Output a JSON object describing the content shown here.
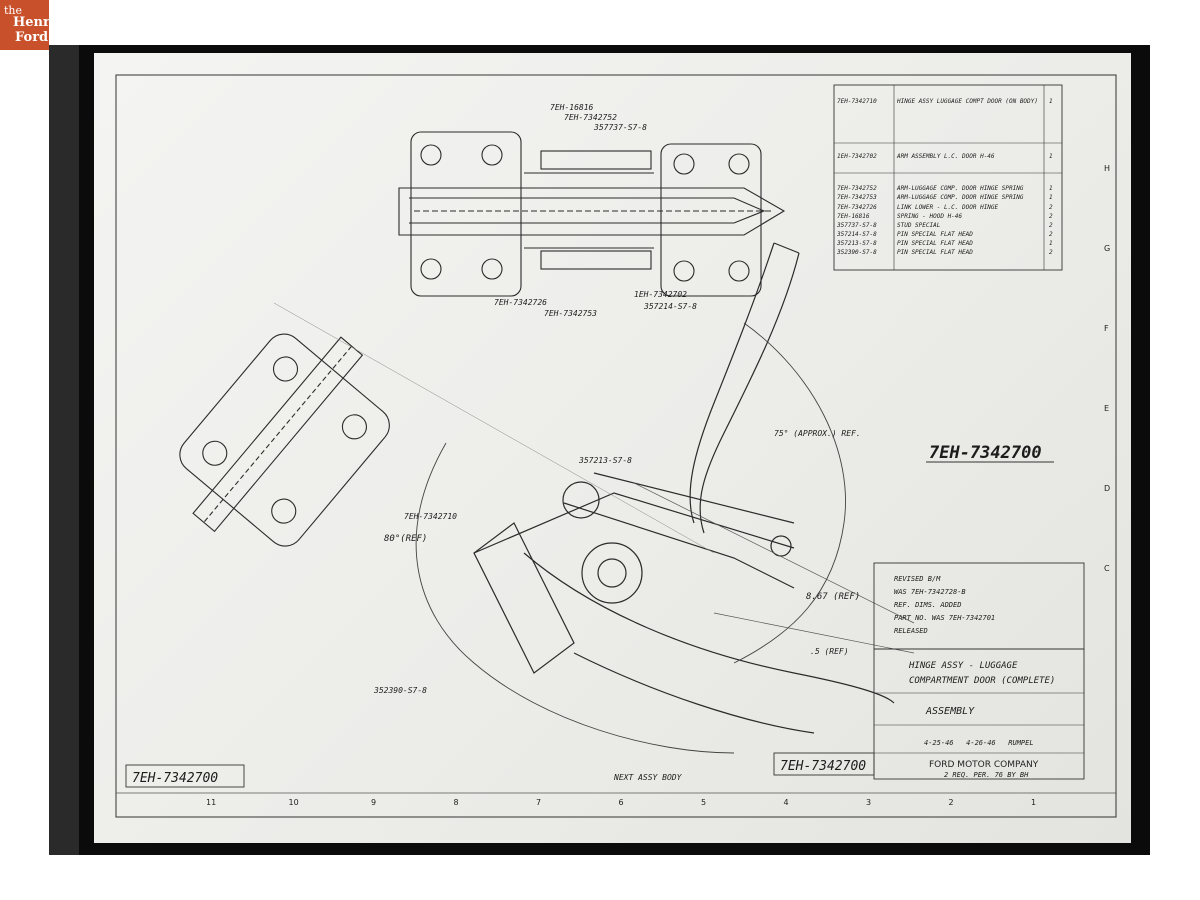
{
  "logo": {
    "line1": "the",
    "line2": "Henry",
    "line3": "Ford"
  },
  "drawing": {
    "number_main": "7EH-7342700",
    "number_left": "7EH-7342700",
    "number_title": "7EH-7342700",
    "next_assy": "NEXT ASSY BODY",
    "parts_list": [
      {
        "part": "7EH-7342710",
        "desc": "HINGE ASSY LUGGAGE COMPT DOOR (ON BODY)",
        "qty": "1"
      },
      {
        "part": "1EH-7342702",
        "desc": "ARM ASSEMBLY L.C. DOOR H-46",
        "qty": "1"
      },
      {
        "part": "7EH-7342752",
        "desc": "ARM-LUGGAGE COMP. DOOR HINGE SPRING",
        "qty": "1"
      },
      {
        "part": "7EH-7342753",
        "desc": "ARM-LUGGAGE COMP. DOOR HINGE SPRING",
        "qty": "1"
      },
      {
        "part": "7EH-7342726",
        "desc": "LINK LOWER - L.C. DOOR HINGE",
        "qty": "2"
      },
      {
        "part": "7EH-16816",
        "desc": "SPRING - HOOD H-46",
        "qty": "2"
      },
      {
        "part": "357737-S7-8",
        "desc": "STUD SPECIAL",
        "qty": "2"
      },
      {
        "part": "357214-S7-8",
        "desc": "PIN SPECIAL FLAT HEAD",
        "qty": "2"
      },
      {
        "part": "357213-S7-8",
        "desc": "PIN SPECIAL FLAT HEAD",
        "qty": "1"
      },
      {
        "part": "352390-S7-8",
        "desc": "PIN SPECIAL FLAT HEAD",
        "qty": "2"
      }
    ],
    "callouts": {
      "c1": "7EH-16816",
      "c2": "7EH-7342752",
      "c3": "357737-S7-8",
      "c4": "7EH-7342726",
      "c5": "7EH-7342753",
      "c6": "1EH-7342702",
      "c7": "357214-S7-8",
      "c8": "357213-S7-8",
      "c9": "7EH-7342710",
      "c10": "352390-S7-8",
      "ang1": "75° (APPROX.) REF.",
      "ang2": "80°(REF)",
      "dim1": "8.67 (REF)",
      "dim2": ".5 (REF)"
    },
    "revisions": [
      "REVISED B/M",
      "WAS 7EH-7342728-B",
      "REF. DIMS. ADDED",
      "PART NO. WAS 7EH-7342701",
      "RELEASED"
    ],
    "title": {
      "name1": "HINGE ASSY - LUGGAGE",
      "name2": "COMPARTMENT DOOR (COMPLETE)",
      "kind": "ASSEMBLY",
      "dates": "4-25-46   4-26-46   RUMPEL",
      "company": "FORD MOTOR COMPANY",
      "sub": "2 REQ. PER. 76 BY BH"
    },
    "zones_bottom": [
      "11",
      "10",
      "9",
      "8",
      "7",
      "6",
      "5",
      "4",
      "3",
      "2",
      "1"
    ],
    "zones_right": [
      "H",
      "G",
      "F",
      "E",
      "D",
      "C"
    ]
  }
}
